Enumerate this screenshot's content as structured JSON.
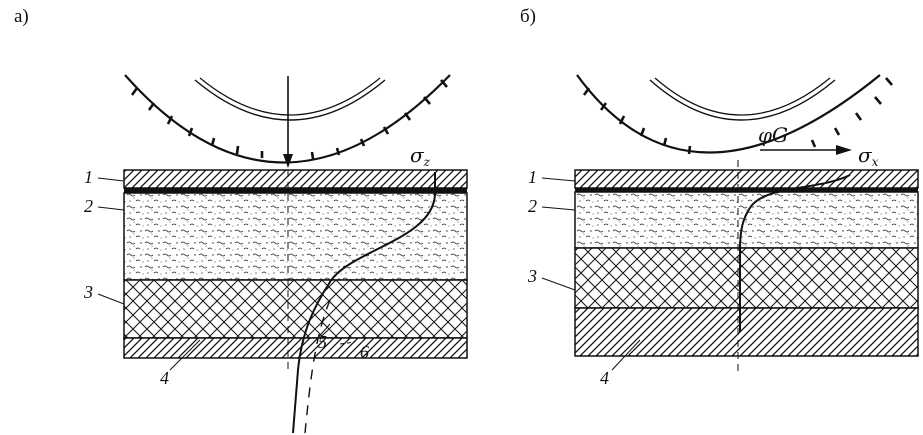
{
  "panels": [
    {
      "label": "а)",
      "layers": [
        "1",
        "2",
        "3",
        "4"
      ],
      "curve_labels": [
        "5",
        "6"
      ],
      "stress_symbol": "σ",
      "stress_sub": "z"
    },
    {
      "label": "б)",
      "layers": [
        "1",
        "2",
        "3",
        "4"
      ],
      "force_label": "φG",
      "stress_symbol": "σ",
      "stress_sub": "x"
    }
  ]
}
